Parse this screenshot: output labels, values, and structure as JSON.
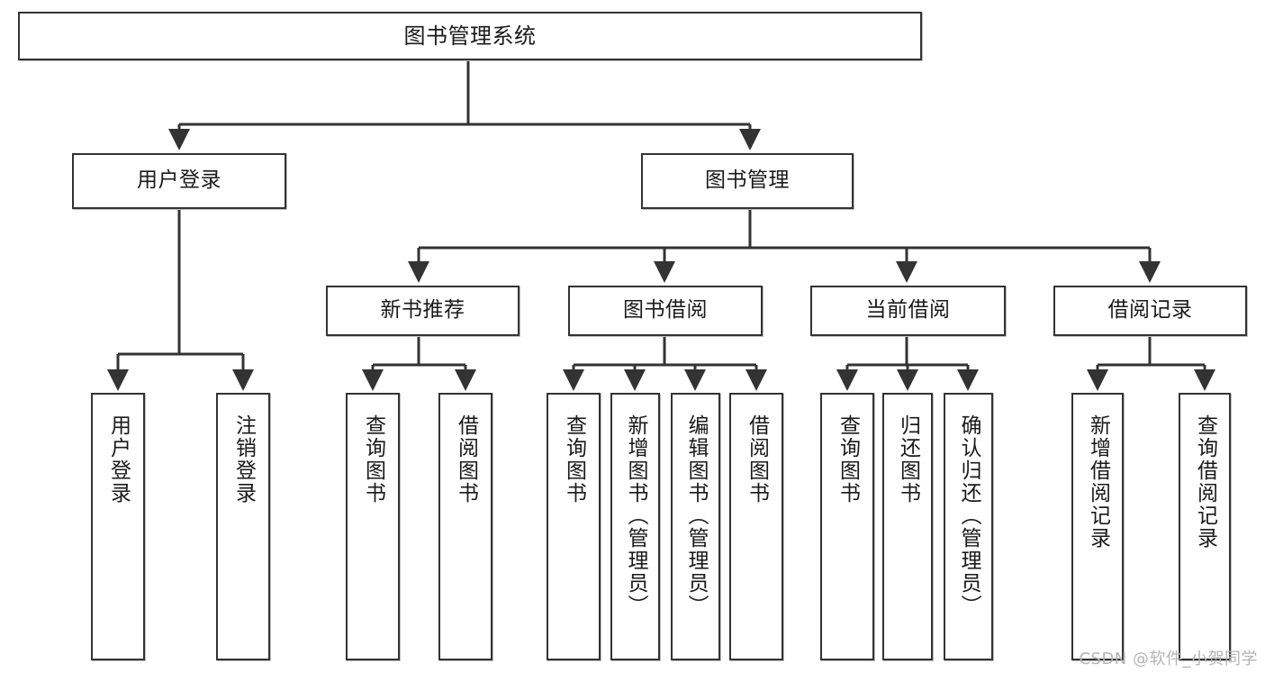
{
  "diagram": {
    "title": "图书管理系统",
    "watermark": "CSDN @软件_小贺同学",
    "line_color": "#333333",
    "box_border_color": "#333333",
    "box_fill_color": "#ffffff",
    "text_color": "#1a1a1a",
    "watermark_color": "#b4b4b4",
    "levels": [
      {
        "level": 1,
        "nodes": [
          {
            "id": "root",
            "label": "图书管理系统",
            "orientation": "horizontal"
          }
        ]
      },
      {
        "level": 2,
        "nodes": [
          {
            "id": "user-login",
            "label": "用户登录",
            "orientation": "horizontal",
            "parent": "root"
          },
          {
            "id": "book-manage",
            "label": "图书管理",
            "orientation": "horizontal",
            "parent": "root"
          }
        ]
      },
      {
        "level": 3,
        "nodes": [
          {
            "id": "new-book-recommend",
            "label": "新书推荐",
            "orientation": "horizontal",
            "parent": "book-manage"
          },
          {
            "id": "book-borrow",
            "label": "图书借阅",
            "orientation": "horizontal",
            "parent": "book-manage"
          },
          {
            "id": "current-borrow",
            "label": "当前借阅",
            "orientation": "horizontal",
            "parent": "book-manage"
          },
          {
            "id": "borrow-record",
            "label": "借阅记录",
            "orientation": "horizontal",
            "parent": "book-manage"
          }
        ]
      },
      {
        "level": 4,
        "nodes": [
          {
            "id": "leaf-user-login",
            "label": "用户登录",
            "orientation": "vertical",
            "parent": "user-login"
          },
          {
            "id": "leaf-logout",
            "label": "注销登录",
            "orientation": "vertical",
            "parent": "user-login"
          },
          {
            "id": "leaf-query-book-1",
            "label": "查询图书",
            "orientation": "vertical",
            "parent": "new-book-recommend"
          },
          {
            "id": "leaf-borrow-book-1",
            "label": "借阅图书",
            "orientation": "vertical",
            "parent": "new-book-recommend"
          },
          {
            "id": "leaf-query-book-2",
            "label": "查询图书",
            "orientation": "vertical",
            "parent": "book-borrow"
          },
          {
            "id": "leaf-add-book",
            "label": "新增图书（管理员）",
            "orientation": "vertical",
            "parent": "book-borrow"
          },
          {
            "id": "leaf-edit-book",
            "label": "编辑图书（管理员）",
            "orientation": "vertical",
            "parent": "book-borrow"
          },
          {
            "id": "leaf-borrow-book-2",
            "label": "借阅图书",
            "orientation": "vertical",
            "parent": "book-borrow"
          },
          {
            "id": "leaf-query-book-3",
            "label": "查询图书",
            "orientation": "vertical",
            "parent": "current-borrow"
          },
          {
            "id": "leaf-return-book",
            "label": "归还图书",
            "orientation": "vertical",
            "parent": "current-borrow"
          },
          {
            "id": "leaf-confirm-return",
            "label": "确认归还（管理员）",
            "orientation": "vertical",
            "parent": "current-borrow"
          },
          {
            "id": "leaf-add-record",
            "label": "新增借阅记录",
            "orientation": "vertical",
            "parent": "borrow-record"
          },
          {
            "id": "leaf-query-record",
            "label": "查询借阅记录",
            "orientation": "vertical",
            "parent": "borrow-record"
          }
        ]
      }
    ]
  }
}
